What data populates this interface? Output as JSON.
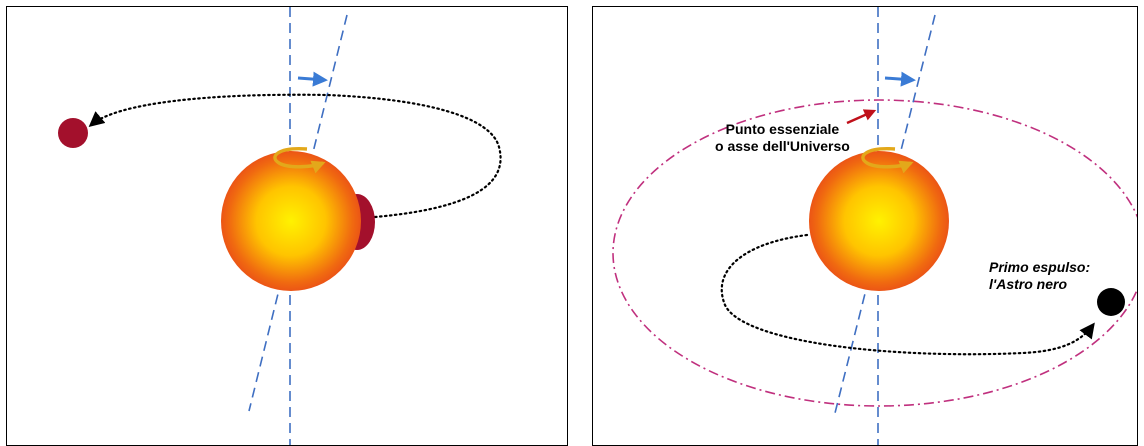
{
  "colors": {
    "axis": "#3f6fc2",
    "axis_shift_arrow": "#3a7bd5",
    "rotation_arrow": "#e3a81a",
    "sun_core": "#fff200",
    "sun_edge": "#e8431a",
    "planet": "#a3102c",
    "black_star": "#000000",
    "orbit_dotted": "#000000",
    "universe_orbit": "#c0307e",
    "pointer_arrow": "#c0101a"
  },
  "icons": {
    "sun": "sun-sphere-icon",
    "planet": "red-planet-icon",
    "black_star": "black-star-icon",
    "rotation": "rotation-arrow-icon",
    "axis_shift": "axis-shift-arrow-icon"
  },
  "right_panel": {
    "essential_point_label": [
      "Punto essenziale",
      "o asse dell'Universo"
    ],
    "first_expelled_label": [
      "Primo espulso:",
      "l'Astro nero"
    ]
  }
}
